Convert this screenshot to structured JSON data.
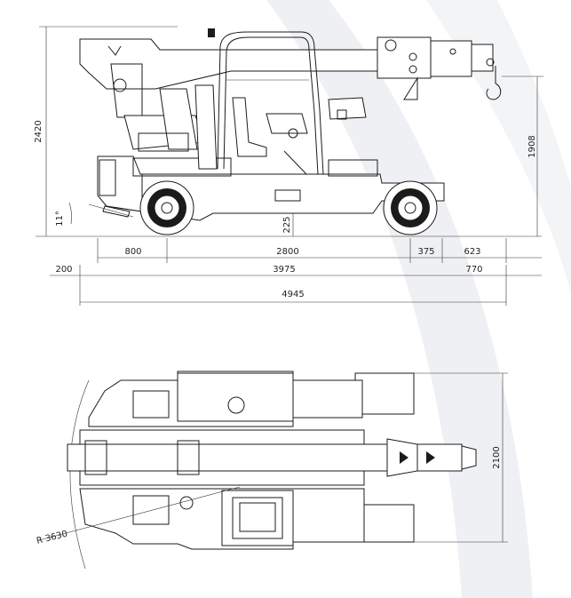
{
  "dimensions": {
    "height_total": "2420",
    "height_hook": "1908",
    "angle": "11°",
    "ground_clearance": "225",
    "front_overhang": "800",
    "wheelbase": "2800",
    "rear_hook_offset": "375",
    "rear_offset": "623",
    "left_margin": "200",
    "main_length": "3975",
    "rear_length": "770",
    "total_length": "4945",
    "width_total": "2100",
    "turn_radius": "R 3630"
  },
  "colors": {
    "line": "#1b1b1b",
    "watermark": "#eef0f3"
  }
}
